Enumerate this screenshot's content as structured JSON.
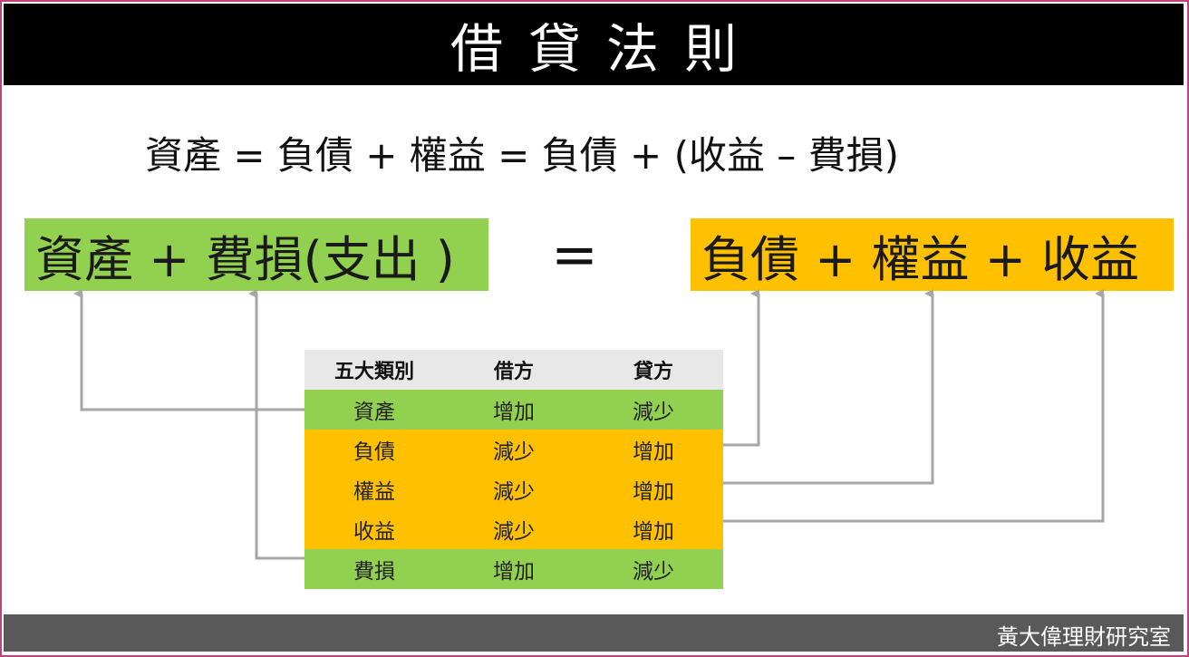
{
  "title": "借貸法則",
  "equation": "資產 = 負債 + 權益  =  負債 + (收益 – 費損)",
  "left_box": "資產 + 費損(支出 )",
  "equals": "=",
  "right_box": "負債 + 權益 + 收益",
  "table": {
    "headers": [
      "五大類別",
      "借方",
      "貸方"
    ],
    "rows": [
      {
        "category": "資產",
        "debit": "增加",
        "credit": "減少",
        "color": "#92d050"
      },
      {
        "category": "負債",
        "debit": "減少",
        "credit": "增加",
        "color": "#ffc000"
      },
      {
        "category": "權益",
        "debit": "減少",
        "credit": "增加",
        "color": "#ffc000"
      },
      {
        "category": "收益",
        "debit": "減少",
        "credit": "增加",
        "color": "#ffc000"
      },
      {
        "category": "費損",
        "debit": "增加",
        "credit": "減少",
        "color": "#92d050"
      }
    ]
  },
  "footer": "黃大偉理財研究室",
  "colors": {
    "green": "#92d050",
    "orange": "#ffc000",
    "border": "#c2427a",
    "arrow": "#a6a6a6"
  }
}
